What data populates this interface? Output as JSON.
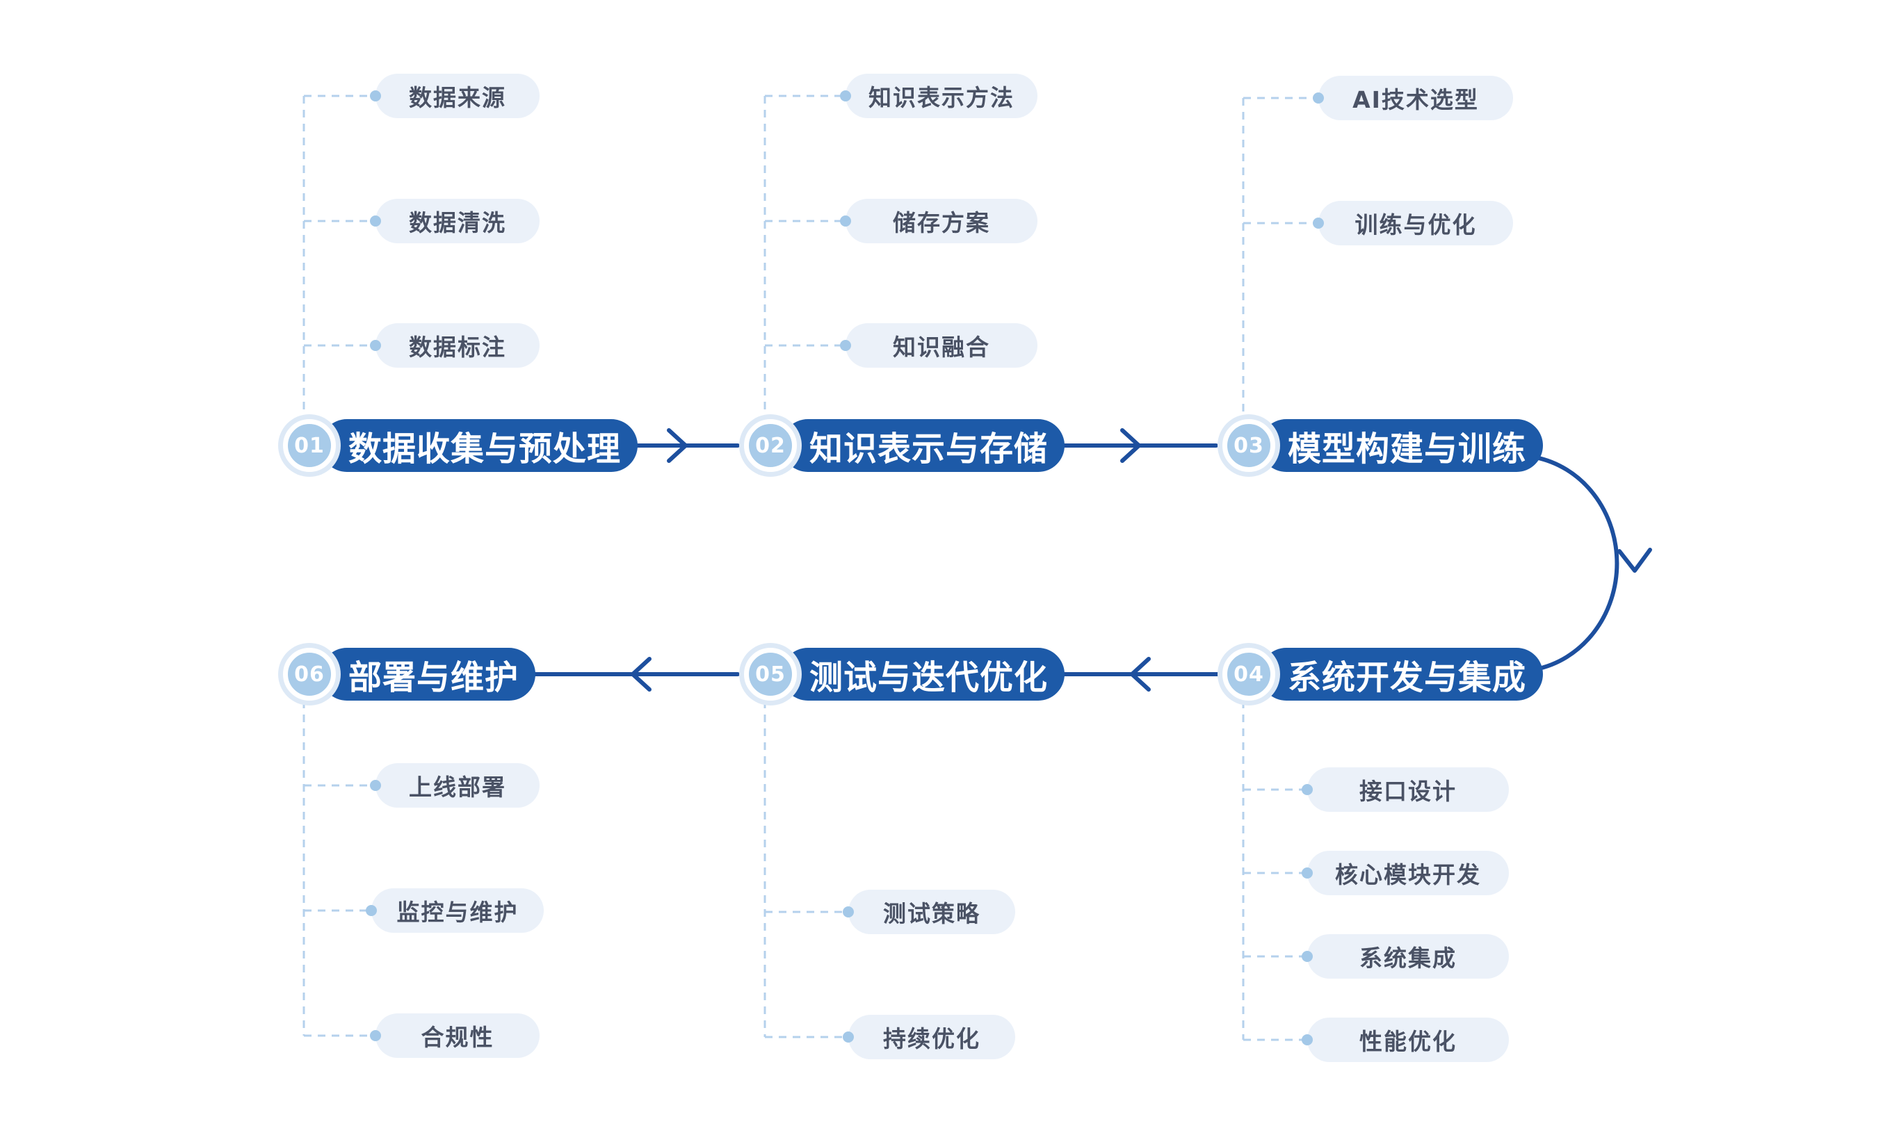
{
  "diagram": {
    "title_implicit": "AI system development flow",
    "colors": {
      "main_pill_blue": "#1d5aa8",
      "arrow_blue": "#1d4f9e",
      "badge_inner_blue": "#a8cbe9",
      "badge_ring_white": "#ffffff",
      "badge_halo": "#dde9f6",
      "sub_pill_bg": "#ebf1f9",
      "sub_text": "#4a5265",
      "dot_blue": "#a3c8e8",
      "dash_blue": "#b5d1ec",
      "background": "#ffffff"
    },
    "stages": [
      {
        "number": "01",
        "label": "数据收集与预处理",
        "substeps": [
          "数据来源",
          "数据清洗",
          "数据标注"
        ]
      },
      {
        "number": "02",
        "label": "知识表示与存储",
        "substeps": [
          "知识表示方法",
          "储存方案",
          "知识融合"
        ]
      },
      {
        "number": "03",
        "label": "模型构建与训练",
        "substeps": [
          "AI技术选型",
          "训练与优化"
        ]
      },
      {
        "number": "04",
        "label": "系统开发与集成",
        "substeps": [
          "接口设计",
          "核心模块开发",
          "系统集成",
          "性能优化"
        ]
      },
      {
        "number": "05",
        "label": "测试与迭代优化",
        "substeps": [
          "测试策略",
          "持续优化"
        ]
      },
      {
        "number": "06",
        "label": "部署与维护",
        "substeps": [
          "上线部署",
          "监控与维护",
          "合规性"
        ]
      }
    ],
    "flow_order": [
      "01",
      "02",
      "03",
      "04",
      "05",
      "06"
    ]
  }
}
